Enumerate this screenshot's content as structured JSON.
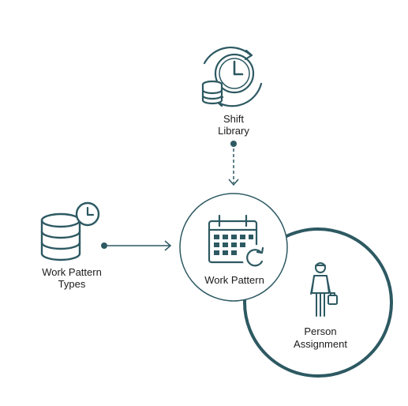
{
  "colors": {
    "primary": "#2d5962",
    "fill": "#ffffff",
    "text": "#1b1b1b"
  },
  "nodes": {
    "shift_library": {
      "line1": "Shift",
      "line2": "Library",
      "icon": "clock-database-icon"
    },
    "work_pattern_types": {
      "line1": "Work Pattern",
      "line2": "Types",
      "icon": "database-clock-icon"
    },
    "work_pattern": {
      "label": "Work Pattern",
      "icon": "calendar-refresh-icon"
    },
    "person_assignment": {
      "line1": "Person",
      "line2": "Assignment",
      "icon": "person-briefcase-icon"
    }
  }
}
